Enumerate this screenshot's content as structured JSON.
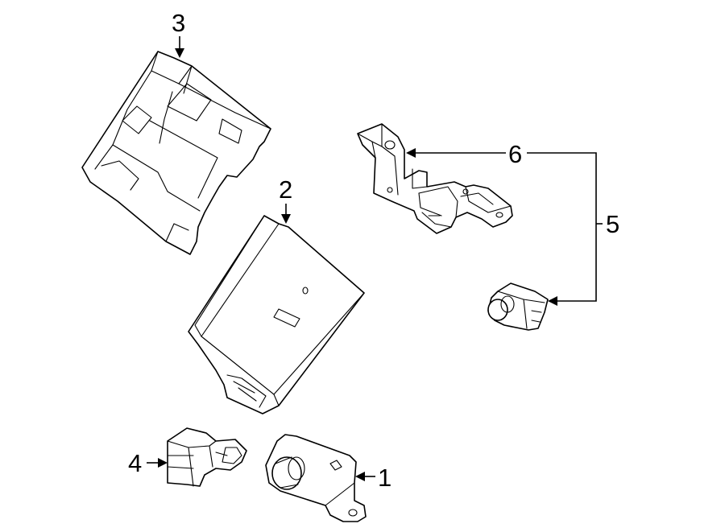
{
  "callouts": {
    "c1": "1",
    "c2": "2",
    "c3": "3",
    "c4": "4",
    "c5": "5",
    "c6": "6"
  },
  "parts": [
    {
      "callout": "1",
      "icon": "sensor-with-mounting-ear-icon"
    },
    {
      "callout": "2",
      "icon": "control-module-icon"
    },
    {
      "callout": "3",
      "icon": "module-bracket-icon"
    },
    {
      "callout": "4",
      "icon": "connector-sensor-icon"
    },
    {
      "callout": "5",
      "icon": "sensor-assembly-group-bracket"
    },
    {
      "callout": "6",
      "icon": "mounting-bracket-icon"
    }
  ]
}
